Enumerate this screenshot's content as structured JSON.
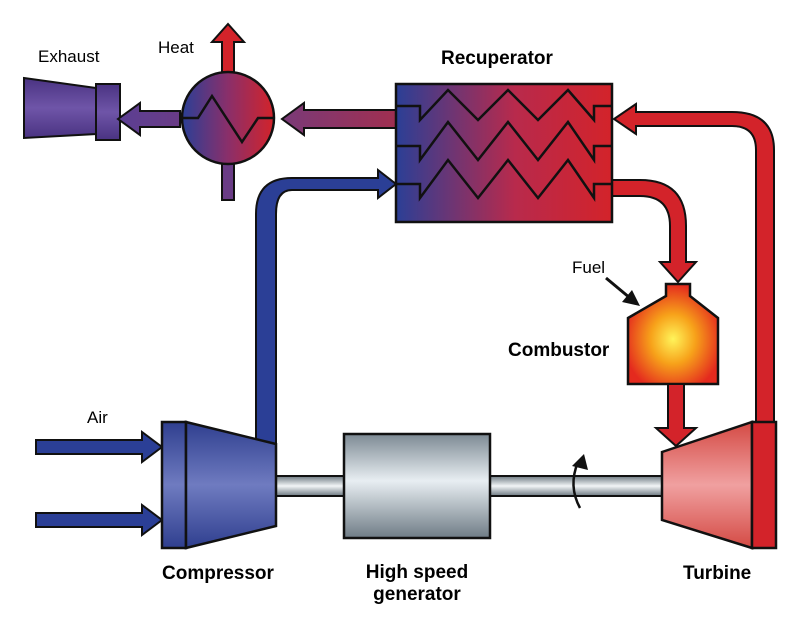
{
  "labels": {
    "exhaust": "Exhaust",
    "heat": "Heat",
    "recuperator": "Recuperator",
    "fuel": "Fuel",
    "combustor": "Combustor",
    "air": "Air",
    "compressor": "Compressor",
    "generator_line1": "High speed",
    "generator_line2": "generator",
    "turbine": "Turbine"
  },
  "colors": {
    "cold": "#2b3f96",
    "hot": "#d3232a",
    "exhaust": "#5b3f93",
    "outline": "#111111"
  }
}
